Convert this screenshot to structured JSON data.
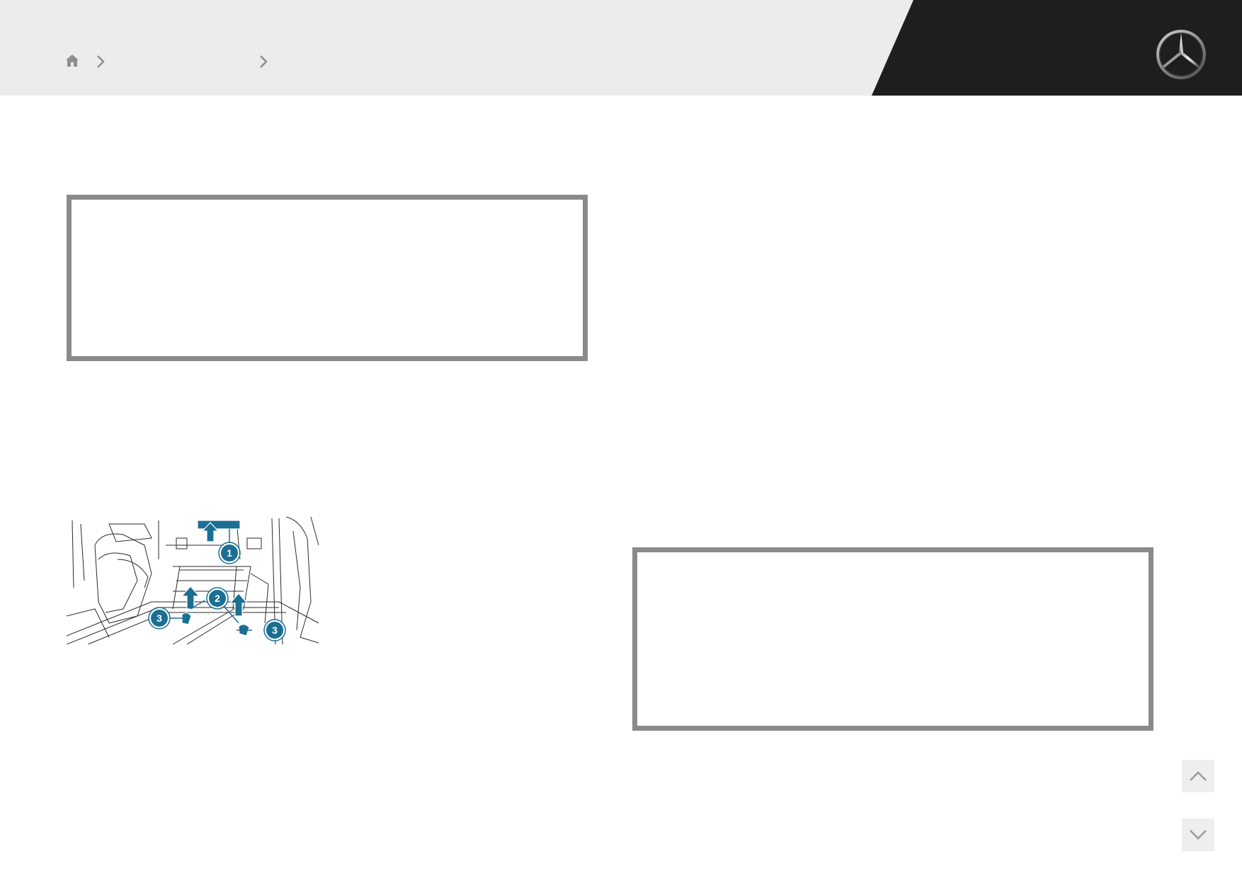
{
  "header": {
    "brand_logo": "mercedes-star-logo",
    "breadcrumb": {
      "icons": [
        "home-icon",
        "chevron-right-icon",
        "chevron-right-icon"
      ]
    }
  },
  "illustration": {
    "callouts": [
      "1",
      "2",
      "3",
      "3"
    ]
  },
  "navigation": {
    "icons": [
      "chevron-up-icon",
      "chevron-down-icon"
    ]
  },
  "colors": {
    "header_bg": "#ececec",
    "header_dark": "#1d1e20",
    "box_border": "#8a8a8a",
    "accent": "#1a6f93"
  }
}
